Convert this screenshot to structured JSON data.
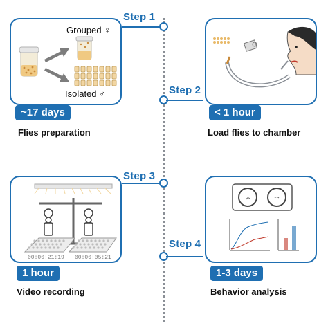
{
  "steps": [
    {
      "label": "Step 1",
      "duration": "~17 days",
      "caption": "Flies preparation"
    },
    {
      "label": "Step 2",
      "duration": "< 1 hour",
      "caption": "Load flies to chamber"
    },
    {
      "label": "Step 3",
      "duration": "1 hour",
      "caption": "Video recording"
    },
    {
      "label": "Step 4",
      "duration": "1-3 days",
      "caption": "Behavior analysis"
    }
  ],
  "step1_panel": {
    "grouped_label": "Grouped ♀",
    "isolated_label": "Isolated ♂"
  },
  "step3_panel": {
    "timestamp_left": "00:00:21:19",
    "timestamp_right": "00:00:05:21"
  },
  "colors": {
    "accent": "#1f6fb2",
    "timeline": "#8a8f96"
  }
}
